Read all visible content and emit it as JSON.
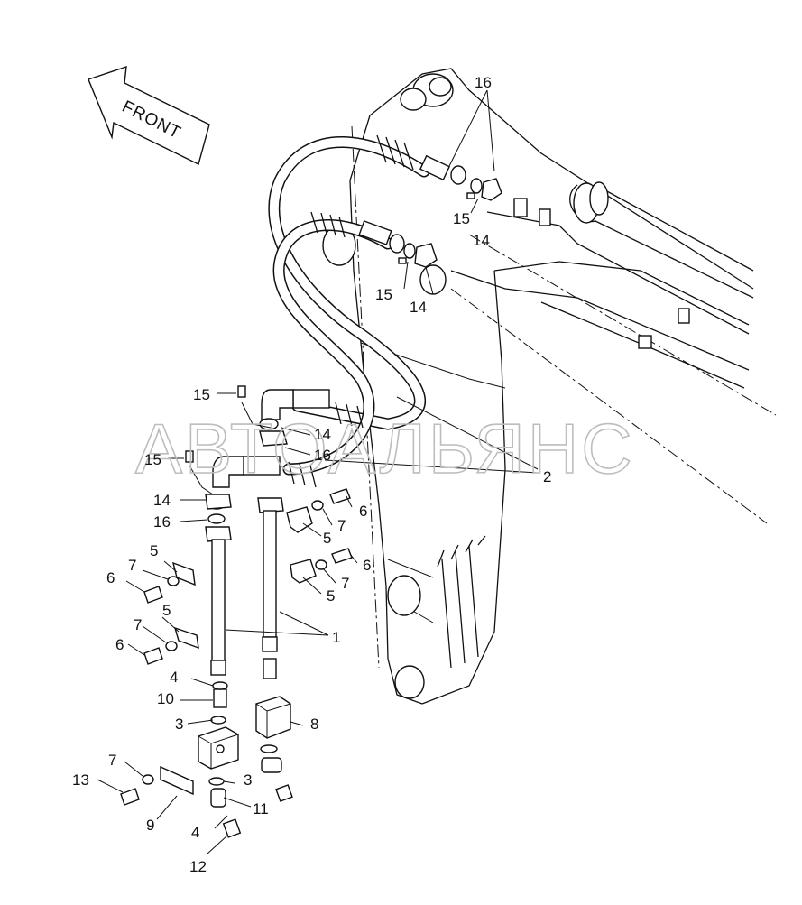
{
  "orientation_label": "FRONT",
  "watermark": "АВТОАЛЬЯНС",
  "callouts": [
    {
      "id": "c16-top",
      "text": "16"
    },
    {
      "id": "c15-a",
      "text": "15"
    },
    {
      "id": "c14-a",
      "text": "14"
    },
    {
      "id": "c15-b",
      "text": "15"
    },
    {
      "id": "c14-b",
      "text": "14"
    },
    {
      "id": "c15-c",
      "text": "15"
    },
    {
      "id": "c14-c",
      "text": "14"
    },
    {
      "id": "c16-c",
      "text": "16"
    },
    {
      "id": "c15-d",
      "text": "15"
    },
    {
      "id": "c14-d",
      "text": "14"
    },
    {
      "id": "c16-d",
      "text": "16"
    },
    {
      "id": "c2",
      "text": "2"
    },
    {
      "id": "c6-a",
      "text": "6"
    },
    {
      "id": "c7-a",
      "text": "7"
    },
    {
      "id": "c5-a",
      "text": "5"
    },
    {
      "id": "c6-b",
      "text": "6"
    },
    {
      "id": "c7-b",
      "text": "7"
    },
    {
      "id": "c5-b",
      "text": "5"
    },
    {
      "id": "c5-c",
      "text": "5"
    },
    {
      "id": "c7-c",
      "text": "7"
    },
    {
      "id": "c6-c",
      "text": "6"
    },
    {
      "id": "c5-d",
      "text": "5"
    },
    {
      "id": "c7-d",
      "text": "7"
    },
    {
      "id": "c6-d",
      "text": "6"
    },
    {
      "id": "c1",
      "text": "1"
    },
    {
      "id": "c4-a",
      "text": "4"
    },
    {
      "id": "c10",
      "text": "10"
    },
    {
      "id": "c3-a",
      "text": "3"
    },
    {
      "id": "c8",
      "text": "8"
    },
    {
      "id": "c3-b",
      "text": "3"
    },
    {
      "id": "c7-e",
      "text": "7"
    },
    {
      "id": "c13",
      "text": "13"
    },
    {
      "id": "c11",
      "text": "11"
    },
    {
      "id": "c9",
      "text": "9"
    },
    {
      "id": "c4-b",
      "text": "4"
    },
    {
      "id": "c12",
      "text": "12"
    }
  ]
}
